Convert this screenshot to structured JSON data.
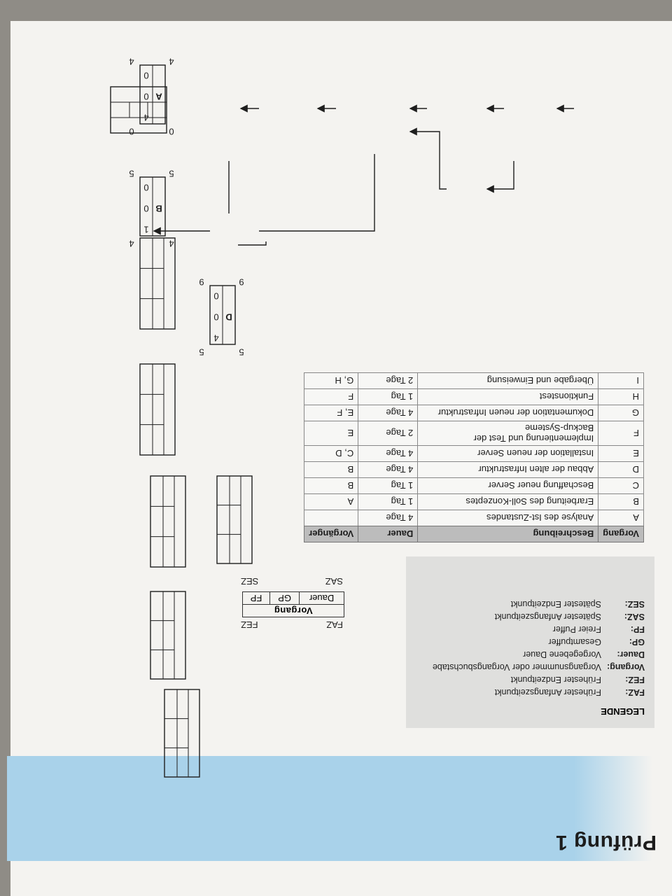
{
  "page": {
    "title": "Prüfung 1"
  },
  "legend": {
    "title": "LEGENDE",
    "items": [
      {
        "key": "FAZ:",
        "value": "Frühester Anfangszeitpunkt"
      },
      {
        "key": "FEZ:",
        "value": "Frühester Endzeitpunkt"
      },
      {
        "key": "Vorgang:",
        "value": "Vorgangsnummer oder Vorgangsbuchstabe"
      },
      {
        "key": "Dauer:",
        "value": "Vorgegebene Dauer"
      },
      {
        "key": "GP:",
        "value": "Gesamtpuffer"
      },
      {
        "key": "FP:",
        "value": "Freier Puffer"
      },
      {
        "key": "SAZ:",
        "value": "Spätester Anfangszeitpunkt"
      },
      {
        "key": "SEZ:",
        "value": "Spätester Endzeitpunkt"
      }
    ],
    "box": {
      "top_left": "FAZ",
      "top_right": "FEZ",
      "name": "Vorgang",
      "c1": "Dauer",
      "c2": "GP",
      "c3": "FP",
      "bottom_left": "SAZ",
      "bottom_right": "SEZ"
    }
  },
  "task_table": {
    "headers": [
      "Vorgang",
      "Beschreibung",
      "Dauer",
      "Vorgänger"
    ],
    "rows": [
      {
        "id": "A",
        "desc": [
          "Analyse des Ist-Zustandes"
        ],
        "dur": "4 Tage",
        "pre": ""
      },
      {
        "id": "B",
        "desc": [
          "Erarbeitung des Soll-Konzeptes"
        ],
        "dur": "1 Tag",
        "pre": "A"
      },
      {
        "id": "C",
        "desc": [
          "Beschaffung neuer Server"
        ],
        "dur": "1 Tag",
        "pre": "B"
      },
      {
        "id": "D",
        "desc": [
          "Abbau der alten Infrastruktur"
        ],
        "dur": "4 Tage",
        "pre": "B"
      },
      {
        "id": "E",
        "desc": [
          "Installation der neuen Server"
        ],
        "dur": "4 Tage",
        "pre": "C, D"
      },
      {
        "id": "F",
        "desc": [
          "Implementierung und Test der",
          "Backup-Systeme"
        ],
        "dur": "2 Tage",
        "pre": "E"
      },
      {
        "id": "G",
        "desc": [
          "Dokumentation der neuen Infrastruktur"
        ],
        "dur": "4 Tage",
        "pre": "E, F"
      },
      {
        "id": "H",
        "desc": [
          "Funktionstest"
        ],
        "dur": "1 Tag",
        "pre": "F"
      },
      {
        "id": "I",
        "desc": [
          "Übergabe und Einweisung"
        ],
        "dur": "2 Tage",
        "pre": "G, H"
      }
    ]
  },
  "network": {
    "nodes": [
      {
        "id": "A",
        "faz": "0",
        "fez": "4",
        "dur": "4",
        "gp": "0",
        "fp": "0",
        "saz": "0",
        "sez": "4"
      },
      {
        "id": "B",
        "faz": "4",
        "fez": "5",
        "dur": "1",
        "gp": "0",
        "fp": "0",
        "saz": "4",
        "sez": "5"
      },
      {
        "id": "D",
        "faz": "5",
        "fez": "9",
        "dur": "4",
        "gp": "0",
        "fp": "0",
        "saz": "5",
        "sez": "9"
      }
    ]
  }
}
